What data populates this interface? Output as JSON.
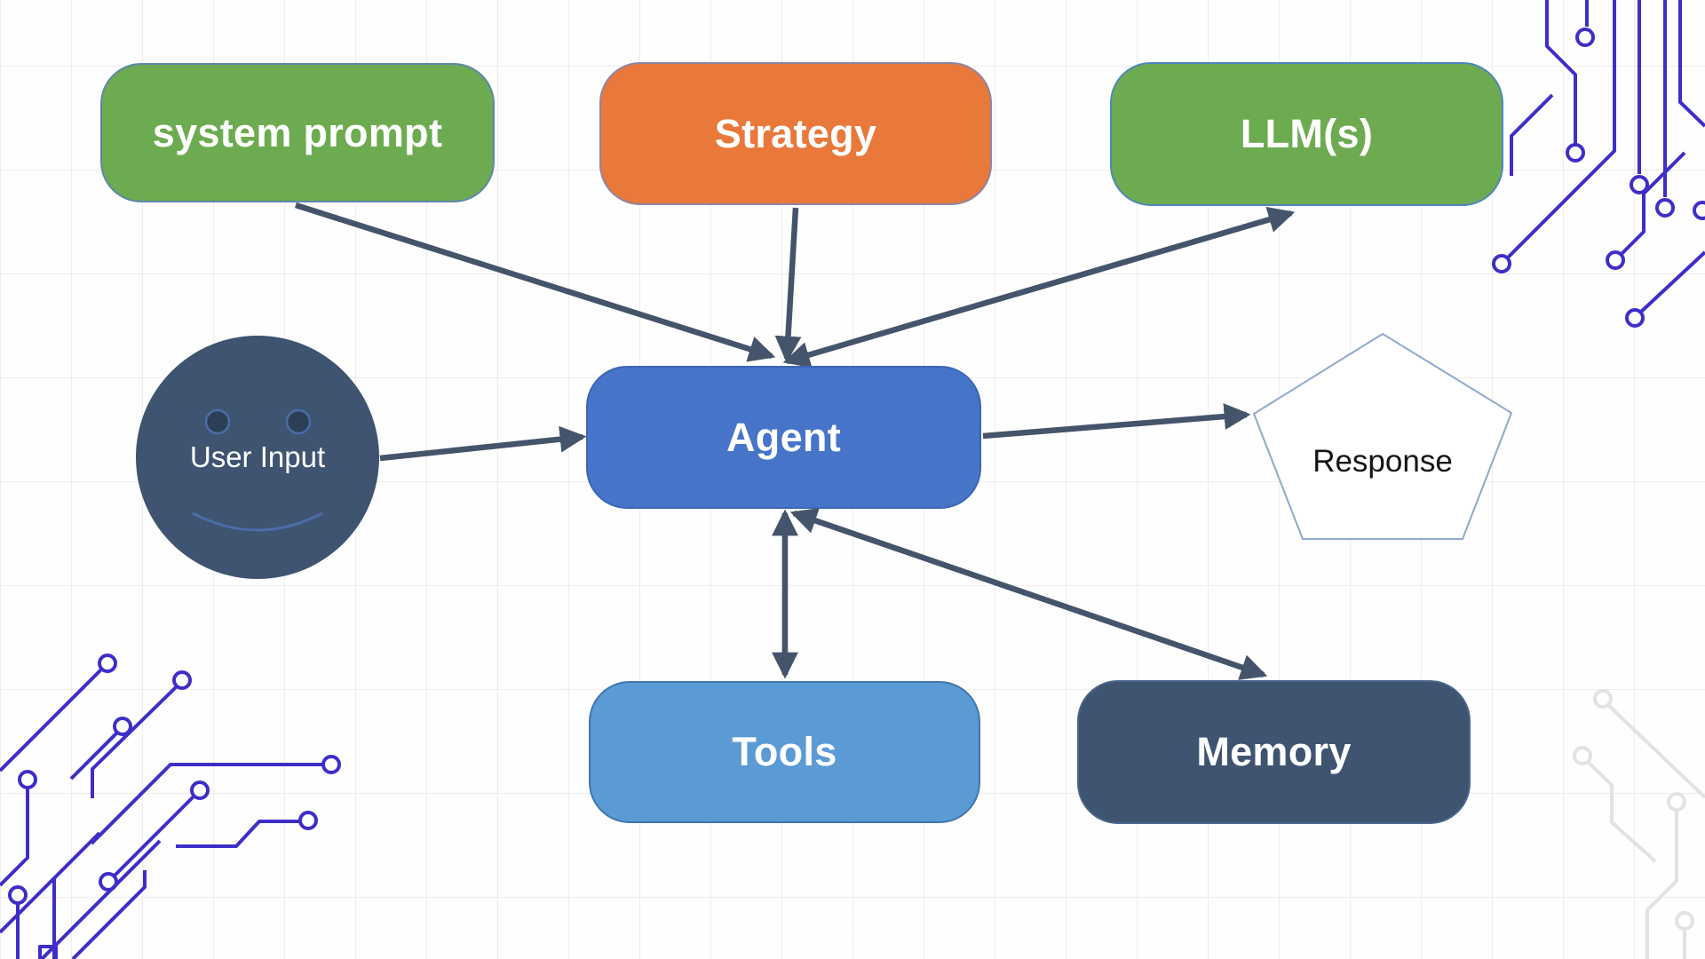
{
  "diagram": {
    "description": "AI Agent architecture diagram on a faint grid background with circuit-board corner decorations",
    "nodes": [
      {
        "id": "system_prompt",
        "label": "system prompt",
        "shape": "rounded-rect",
        "fill": "#6DAB50",
        "text_color": "#FFFFFF"
      },
      {
        "id": "strategy",
        "label": "Strategy",
        "shape": "rounded-rect",
        "fill": "#E8793B",
        "text_color": "#FFFFFF"
      },
      {
        "id": "llms",
        "label": "LLM(s)",
        "shape": "rounded-rect",
        "fill": "#6DAB50",
        "text_color": "#FFFFFF"
      },
      {
        "id": "user_input",
        "label": "User Input",
        "shape": "smiley-circle",
        "fill": "#3E5470",
        "text_color": "#FFFFFF"
      },
      {
        "id": "agent",
        "label": "Agent",
        "shape": "rounded-rect",
        "fill": "#4574C9",
        "text_color": "#FFFFFF"
      },
      {
        "id": "response",
        "label": "Response",
        "shape": "pentagon",
        "fill": "#FFFFFF",
        "text_color": "#141414"
      },
      {
        "id": "tools",
        "label": "Tools",
        "shape": "rounded-rect",
        "fill": "#5B9BD5",
        "text_color": "#FFFFFF"
      },
      {
        "id": "memory",
        "label": "Memory",
        "shape": "rounded-rect",
        "fill": "#3E5470",
        "text_color": "#FFFFFF"
      }
    ],
    "edges": [
      {
        "from": "system_prompt",
        "to": "agent",
        "direction": "one-way"
      },
      {
        "from": "strategy",
        "to": "agent",
        "direction": "one-way"
      },
      {
        "from": "agent",
        "to": "llms",
        "direction": "two-way"
      },
      {
        "from": "user_input",
        "to": "agent",
        "direction": "one-way"
      },
      {
        "from": "agent",
        "to": "response",
        "direction": "one-way"
      },
      {
        "from": "agent",
        "to": "tools",
        "direction": "two-way"
      },
      {
        "from": "agent",
        "to": "memory",
        "direction": "two-way"
      }
    ],
    "colors": {
      "arrow": "#44546A",
      "circuit_decoration": "#3E2EC8",
      "circuit_decoration_faint": "#E7E5E8",
      "grid_line": "#EFEDEF",
      "background": "#FEFEFE",
      "pentagon_border": "#8FA8CC",
      "face_features": "#4A6DA8"
    }
  }
}
